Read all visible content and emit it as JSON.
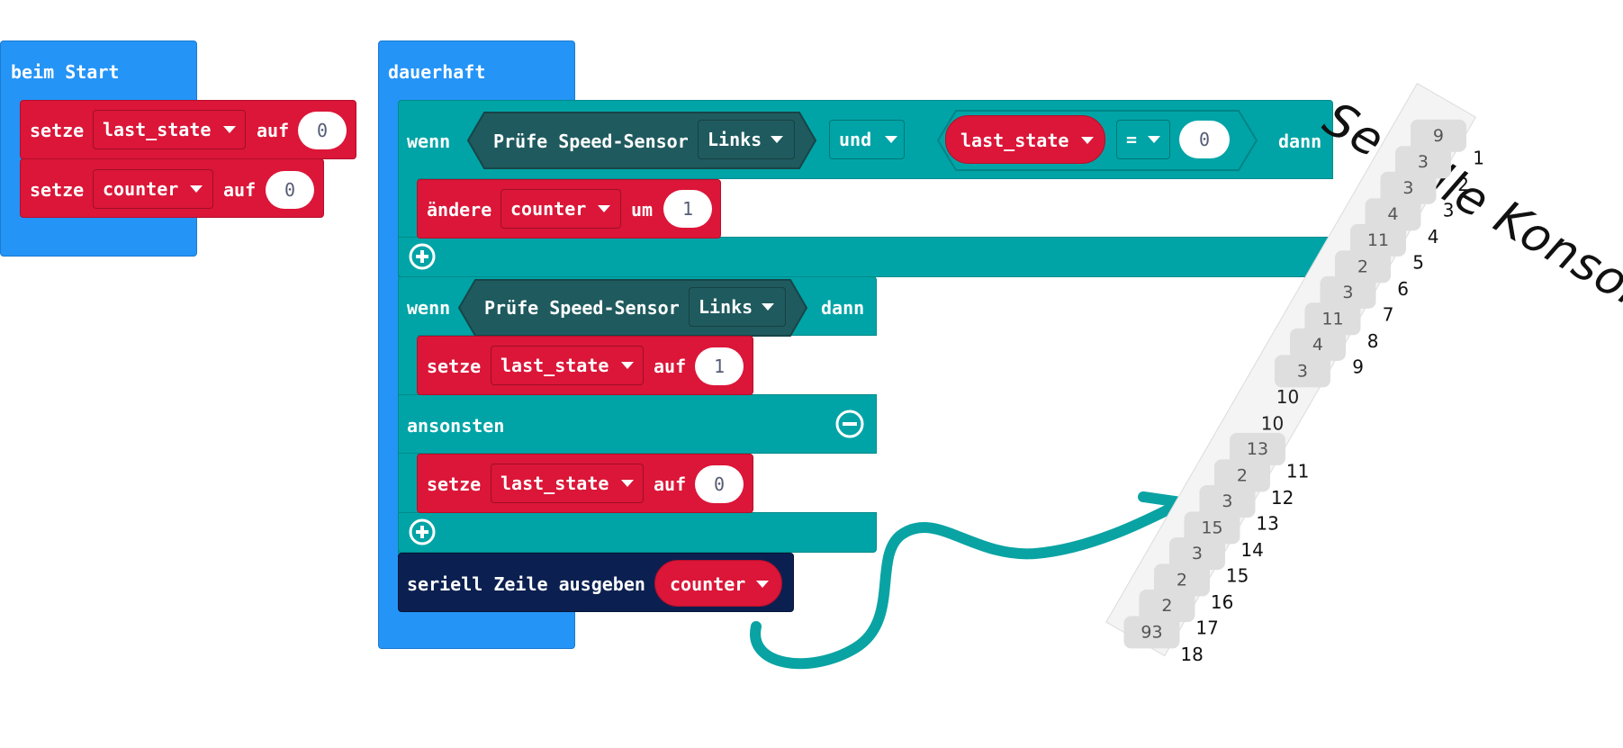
{
  "on_start": {
    "hat_label": "beim Start",
    "row1": {
      "verb": "setze",
      "variable": "last_state",
      "connector": "auf",
      "value": "0"
    },
    "row2": {
      "verb": "setze",
      "variable": "counter",
      "connector": "auf",
      "value": "0"
    }
  },
  "forever": {
    "hat_label": "dauerhaft",
    "if1": {
      "keyword": "wenn",
      "sensor_label": "Prüfe Speed-Sensor",
      "sensor_side": "Links",
      "logic_op": "und",
      "compare_var": "last_state",
      "compare_op": "=",
      "compare_value": "0",
      "then": "dann",
      "body": {
        "verb": "ändere",
        "variable": "counter",
        "connector": "um",
        "value": "1"
      }
    },
    "if2": {
      "keyword": "wenn",
      "sensor_label": "Prüfe Speed-Sensor",
      "sensor_side": "Links",
      "then": "dann",
      "body": {
        "verb": "setze",
        "variable": "last_state",
        "connector": "auf",
        "value": "1"
      },
      "else_label": "ansonsten",
      "else_body": {
        "verb": "setze",
        "variable": "last_state",
        "connector": "auf",
        "value": "0"
      }
    },
    "serial": {
      "label": "seriell Zeile ausgeben",
      "variable": "counter"
    }
  },
  "console": {
    "title": "Serielle Konsole",
    "cells": [
      "9",
      "3",
      "3",
      "4",
      "11",
      "2",
      "3",
      "11",
      "4",
      "3",
      "10",
      "10",
      "13",
      "2",
      "3",
      "15",
      "3",
      "2",
      "2",
      "93"
    ],
    "rows": [
      "1",
      "2",
      "3",
      "4",
      "5",
      "6",
      "7",
      "8",
      "9",
      "",
      "",
      "11",
      "12",
      "13",
      "14",
      "15",
      "16",
      "17",
      "18"
    ]
  },
  "colors": {
    "events_blue": "#2494f7",
    "variables_red": "#db1638",
    "logic_teal": "#00a4a6",
    "sensor_dark": "#1f5a5e",
    "serial_navy": "#0b2050",
    "arrow_teal": "#0aa3a3"
  }
}
